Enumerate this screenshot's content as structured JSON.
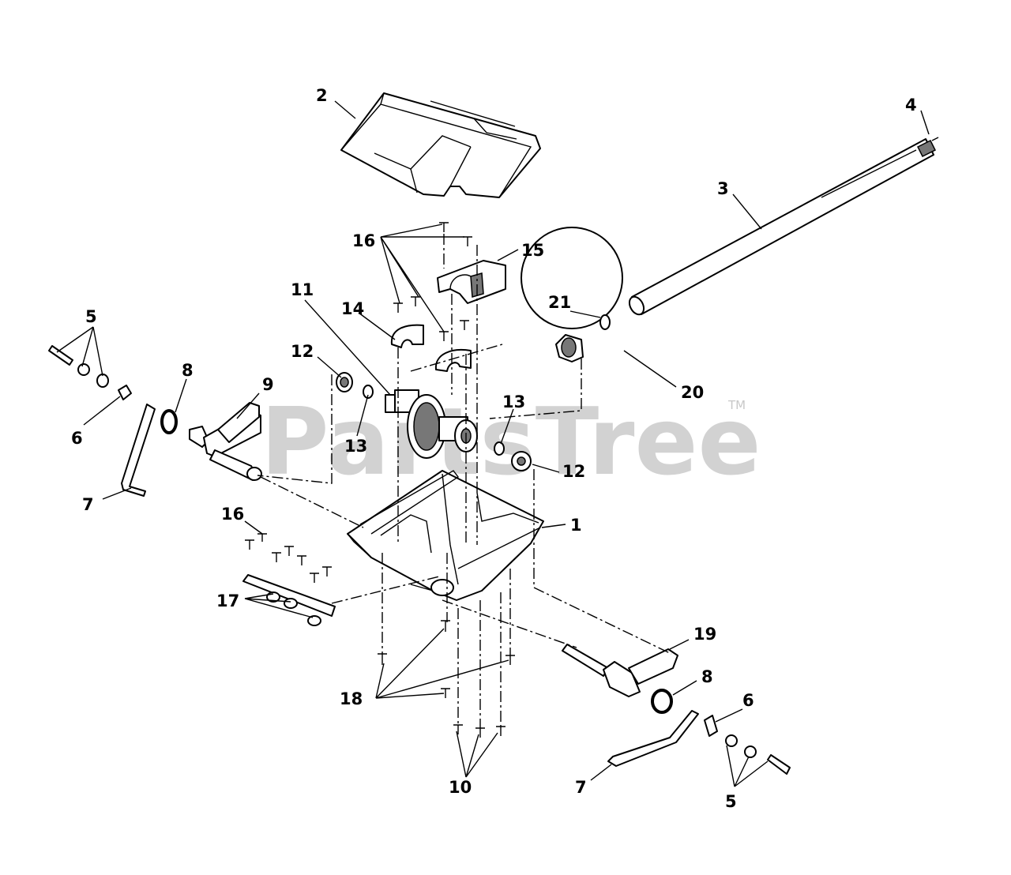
{
  "watermark": {
    "text": "PartsTree",
    "tm": "TM"
  },
  "callouts": [
    {
      "id": "c-1",
      "num": "1"
    },
    {
      "id": "c-2",
      "num": "2"
    },
    {
      "id": "c-3",
      "num": "3"
    },
    {
      "id": "c-4",
      "num": "4"
    },
    {
      "id": "c-5a",
      "num": "5"
    },
    {
      "id": "c-5b",
      "num": "5"
    },
    {
      "id": "c-6a",
      "num": "6"
    },
    {
      "id": "c-6b",
      "num": "6"
    },
    {
      "id": "c-7a",
      "num": "7"
    },
    {
      "id": "c-7b",
      "num": "7"
    },
    {
      "id": "c-8a",
      "num": "8"
    },
    {
      "id": "c-8b",
      "num": "8"
    },
    {
      "id": "c-9",
      "num": "9"
    },
    {
      "id": "c-10",
      "num": "10"
    },
    {
      "id": "c-11",
      "num": "11"
    },
    {
      "id": "c-12a",
      "num": "12"
    },
    {
      "id": "c-12b",
      "num": "12"
    },
    {
      "id": "c-13a",
      "num": "13"
    },
    {
      "id": "c-13b",
      "num": "13"
    },
    {
      "id": "c-14",
      "num": "14"
    },
    {
      "id": "c-15",
      "num": "15"
    },
    {
      "id": "c-16a",
      "num": "16"
    },
    {
      "id": "c-16b",
      "num": "16"
    },
    {
      "id": "c-17",
      "num": "17"
    },
    {
      "id": "c-18",
      "num": "18"
    },
    {
      "id": "c-19",
      "num": "19"
    },
    {
      "id": "c-20",
      "num": "20"
    },
    {
      "id": "c-21",
      "num": "21"
    }
  ]
}
